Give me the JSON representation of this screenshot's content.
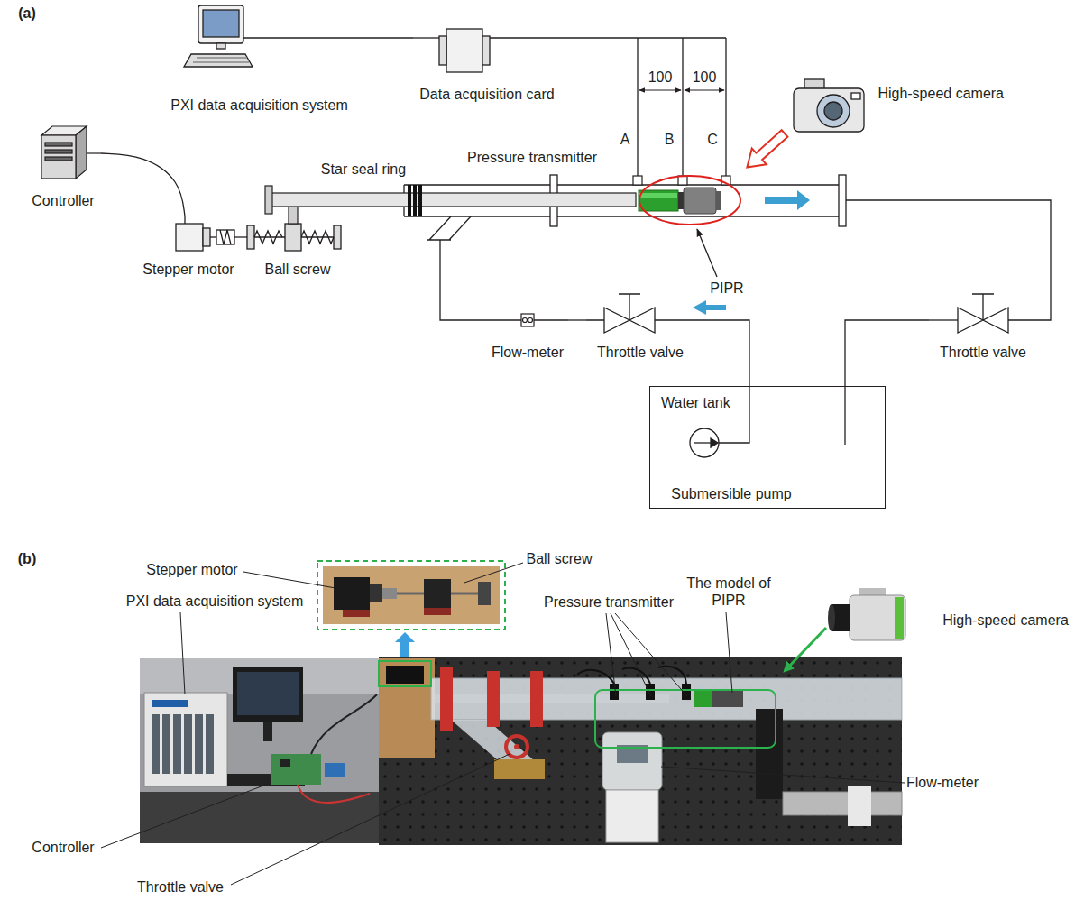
{
  "diagram": {
    "nodes": [
      {
        "text": [
          "PXI data acquisition system"
        ]
      },
      {
        "text": [
          "Data acquisition card"
        ]
      },
      {
        "text": [
          "High-speed camera"
        ]
      },
      {
        "text": [
          "Controller"
        ]
      },
      {
        "text": [
          "Stepper motor"
        ]
      },
      {
        "text": [
          "Ball screw"
        ]
      },
      {
        "text": [
          "Flow-meter"
        ]
      },
      {
        "text": [
          "Throttle valve"
        ]
      },
      {
        "text": [
          "Throttle valve"
        ]
      },
      {
        "text": [
          "Water tank"
        ]
      },
      {
        "text": [
          "Submersible pump"
        ],
        "in": 9
      }
    ],
    "edges": [
      {
        "from": 0,
        "to": 1,
        "arrow": "none"
      },
      {
        "from": 3,
        "to": 4,
        "arrow": "none"
      },
      {
        "from": 4,
        "to": 5,
        "arrow": "none"
      },
      {
        "from": 10,
        "to": 7,
        "arrow": "none"
      },
      {
        "from": 7,
        "to": 6,
        "arrow": "none"
      },
      {
        "from": 8,
        "to": 9,
        "arrow": "none"
      }
    ],
    "labels": [
      "(a)",
      "100",
      "100",
      "A",
      "B",
      "C",
      "Star seal ring",
      "Pressure transmitter",
      "PIPR",
      "(b)",
      "Stepper motor",
      "Ball screw",
      "PXI data acquisition system",
      "The model of PIPR",
      "Pressure transmitter",
      "High-speed camera",
      "Flow-meter",
      "Controller",
      "Throttle valve"
    ]
  }
}
